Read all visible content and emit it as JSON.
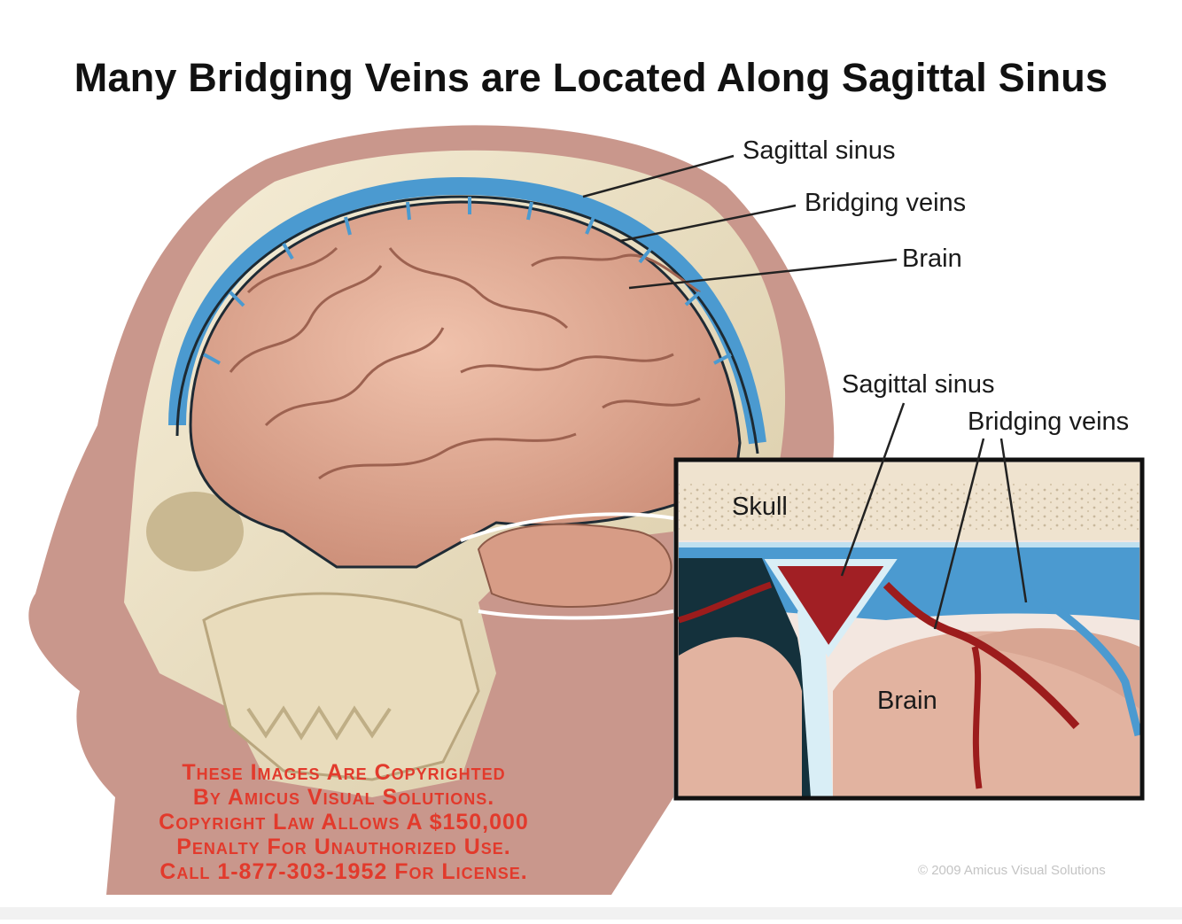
{
  "title": "Many Bridging Veins are Located Along Sagittal Sinus",
  "labels": {
    "main_sagittal_sinus": "Sagittal sinus",
    "main_bridging_veins": "Bridging veins",
    "main_brain": "Brain",
    "inset_sagittal_sinus": "Sagittal sinus",
    "inset_bridging_veins": "Bridging veins",
    "inset_skull": "Skull",
    "inset_brain": "Brain"
  },
  "watermark": {
    "lines": [
      "These Images Are Copyrighted",
      "By Amicus Visual Solutions.",
      "Copyright Law Allows A $150,000",
      "Penalty For Unauthorized Use.",
      "Call 1-877-303-1952 For License."
    ]
  },
  "credit": "© 2009 Amicus Visual Solutions",
  "colors": {
    "skin": "#c9978c",
    "bone": "#ede2c6",
    "brain": "#e2ab94",
    "sinus_blue": "#4b9ad0",
    "vein_red": "#9c1c1c",
    "watermark": "#e23a2c"
  }
}
